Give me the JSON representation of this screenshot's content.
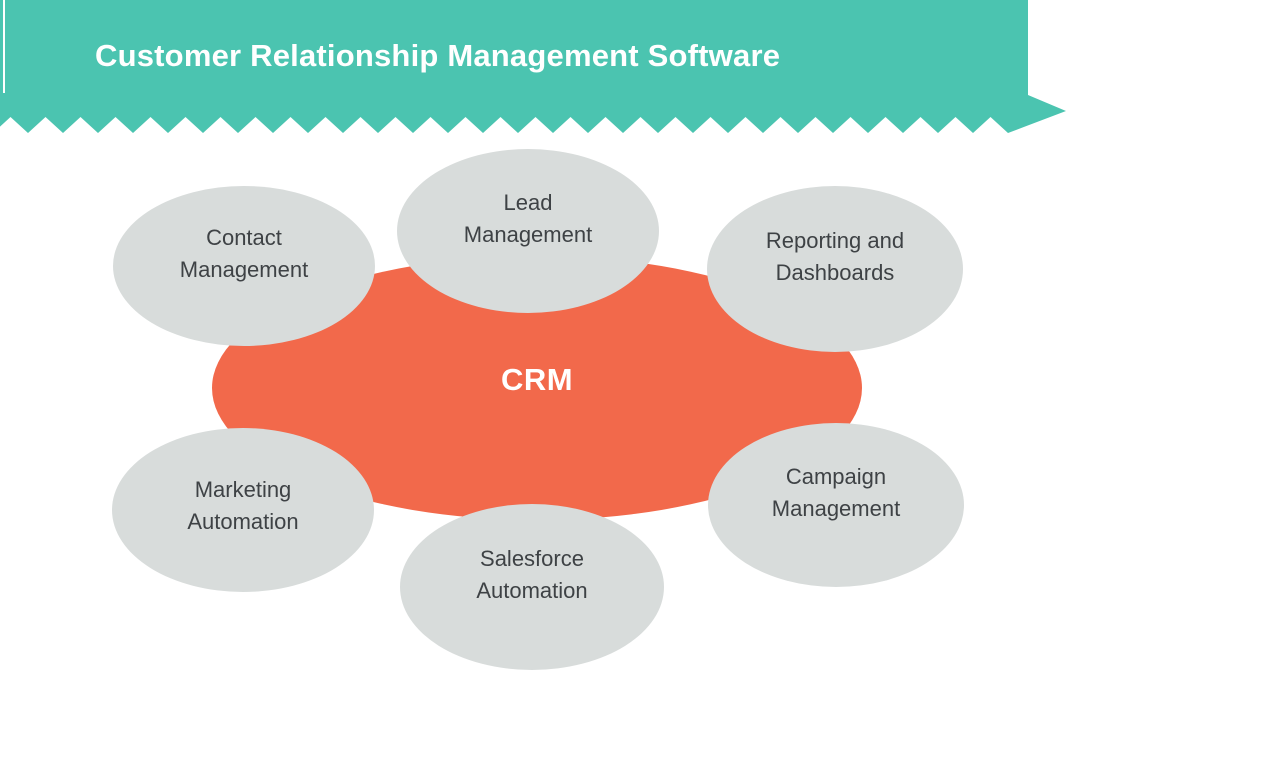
{
  "meta": {
    "page_title": "Customer Relationship Management Software"
  },
  "colors": {
    "banner": "#4bc4b0",
    "banner_text": "#ffffff",
    "hub_fill": "#f2694b",
    "hub_text": "#ffffff",
    "node_fill": "#d8dcdb",
    "node_text": "#3e4245",
    "background": "#ffffff"
  },
  "banner": {
    "title": "Customer Relationship Management Software"
  },
  "diagram": {
    "type": "hub-and-spoke",
    "hub": {
      "label": "CRM"
    },
    "nodes": [
      {
        "key": "contact-management",
        "line1": "Contact",
        "line2": "Management"
      },
      {
        "key": "lead-management",
        "line1": "Lead",
        "line2": "Management"
      },
      {
        "key": "reporting-dashboards",
        "line1": "Reporting and",
        "line2": "Dashboards"
      },
      {
        "key": "marketing-automation",
        "line1": "Marketing",
        "line2": "Automation"
      },
      {
        "key": "salesforce-automation",
        "line1": "Salesforce",
        "line2": "Automation"
      },
      {
        "key": "campaign-management",
        "line1": "Campaign",
        "line2": "Management"
      }
    ]
  }
}
